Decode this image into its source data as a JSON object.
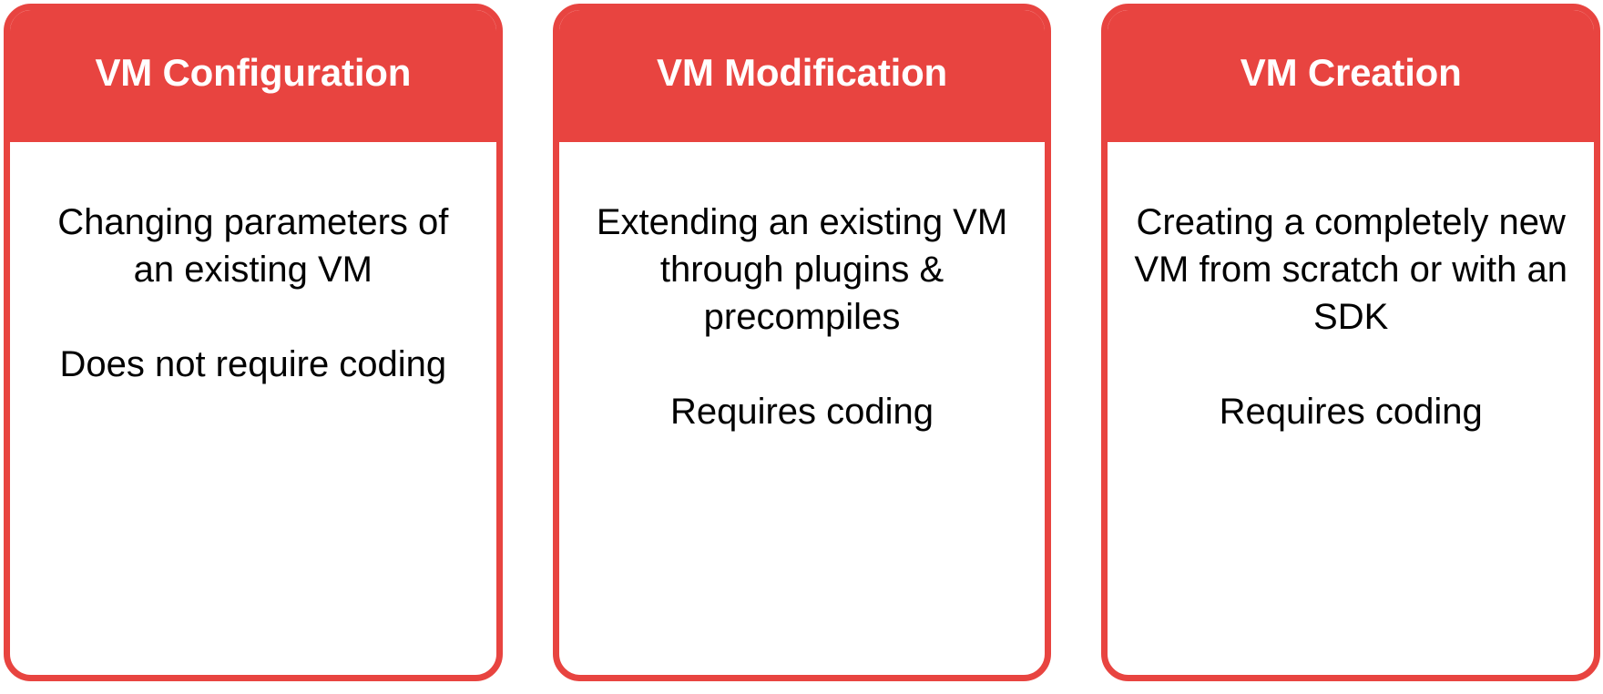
{
  "colors": {
    "accent": "#e84440",
    "card_background": "#ffffff",
    "title_text": "#ffffff",
    "body_text": "#000000"
  },
  "cards": [
    {
      "title": "VM Configuration",
      "paragraphs": [
        "Changing parameters of an existing VM",
        "Does not require coding"
      ]
    },
    {
      "title": "VM Modification",
      "paragraphs": [
        "Extending an existing VM through plugins & precompiles",
        "Requires coding"
      ]
    },
    {
      "title": "VM Creation",
      "paragraphs": [
        "Creating a completely new VM from scratch or with an SDK",
        "Requires coding"
      ]
    }
  ]
}
